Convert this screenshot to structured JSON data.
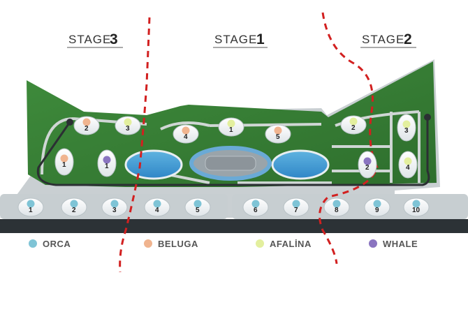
{
  "stages": [
    {
      "prefix": "STAGE",
      "number": "3"
    },
    {
      "prefix": "STAGE",
      "number": "1"
    },
    {
      "prefix": "STAGE",
      "number": "2"
    }
  ],
  "legend": [
    {
      "label": "ORCA",
      "color": "#7fc4d6"
    },
    {
      "label": "BELUGA",
      "color": "#f0b48f"
    },
    {
      "label": "AFALİNA",
      "color": "#e3ef9e"
    },
    {
      "label": "WHALE",
      "color": "#8a74c0"
    }
  ],
  "villas": [
    {
      "label": "1",
      "type": "ORCA"
    },
    {
      "label": "2",
      "type": "ORCA"
    },
    {
      "label": "3",
      "type": "ORCA"
    },
    {
      "label": "4",
      "type": "ORCA"
    },
    {
      "label": "5",
      "type": "ORCA"
    },
    {
      "label": "6",
      "type": "ORCA"
    },
    {
      "label": "7",
      "type": "ORCA"
    },
    {
      "label": "8",
      "type": "ORCA"
    },
    {
      "label": "9",
      "type": "ORCA"
    },
    {
      "label": "10",
      "type": "ORCA"
    },
    {
      "label": "2",
      "type": "BELUGA"
    },
    {
      "label": "3",
      "type": "AFALİNA"
    },
    {
      "label": "1",
      "type": "BELUGA"
    },
    {
      "label": "1",
      "type": "WHALE"
    },
    {
      "label": "4",
      "type": "BELUGA"
    },
    {
      "label": "1",
      "type": "AFALİNA"
    },
    {
      "label": "5",
      "type": "BELUGA"
    },
    {
      "label": "2",
      "type": "AFALİNA"
    },
    {
      "label": "2",
      "type": "WHALE"
    },
    {
      "label": "3",
      "type": "AFALİNA"
    },
    {
      "label": "4",
      "type": "AFALİNA"
    }
  ]
}
